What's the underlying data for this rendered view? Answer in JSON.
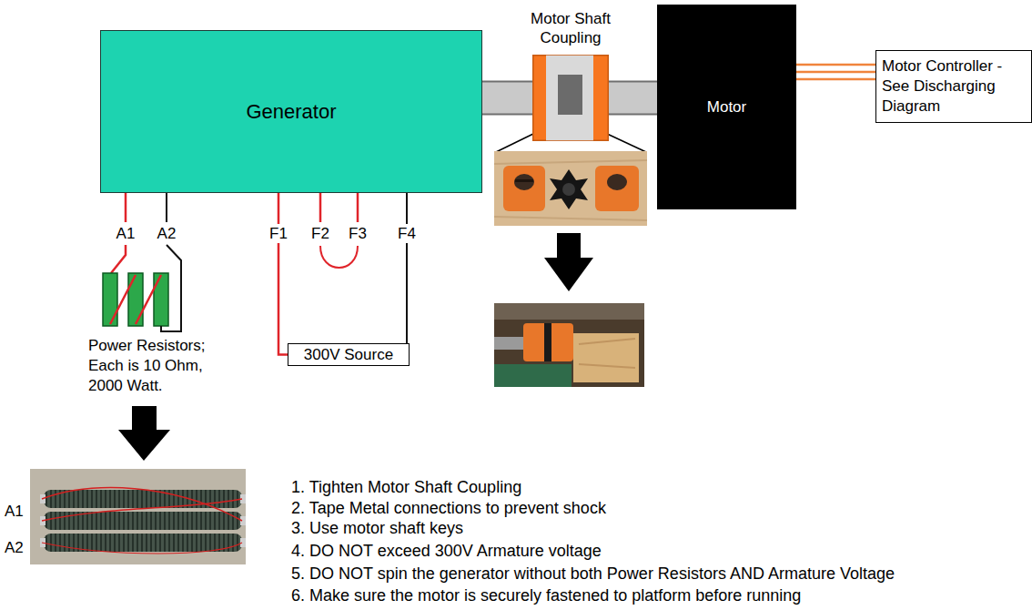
{
  "diagram": {
    "nodes": [
      {
        "text": [
          "Generator"
        ]
      },
      {
        "text": [
          "Motor Shaft Coupling"
        ]
      },
      {
        "text": [
          "Motor"
        ]
      },
      {
        "text": [
          "Motor Controller - See Discharging Diagram"
        ]
      },
      {
        "text": [
          "300V Source"
        ]
      }
    ],
    "edges": [
      {
        "from": 0,
        "to": 1,
        "arrow": "none"
      },
      {
        "from": 1,
        "to": 2,
        "arrow": "none"
      },
      {
        "from": 2,
        "to": 3,
        "arrow": "none"
      },
      {
        "from": 2,
        "to": 3,
        "arrow": "none"
      },
      {
        "from": 2,
        "to": 3,
        "arrow": "none"
      },
      {
        "from": 0,
        "to": 4,
        "arrow": "none"
      },
      {
        "from": 0,
        "to": 4,
        "arrow": "none"
      }
    ],
    "labels": [
      "A1",
      "A2",
      "F1",
      "F2",
      "F3",
      "F4",
      "Power Resistors; Each is 10 Ohm, 2000 Watt.",
      "A1",
      "A2",
      "1. Tighten Motor Shaft Coupling",
      "2. Tape Metal connections to prevent shock",
      "3. Use motor shaft keys",
      "4. DO NOT exceed 300V Armature voltage",
      "5. DO NOT spin the generator without both Power Resistors AND Armature Voltage",
      "6. Make sure the motor is securely fastened to platform before running"
    ]
  }
}
